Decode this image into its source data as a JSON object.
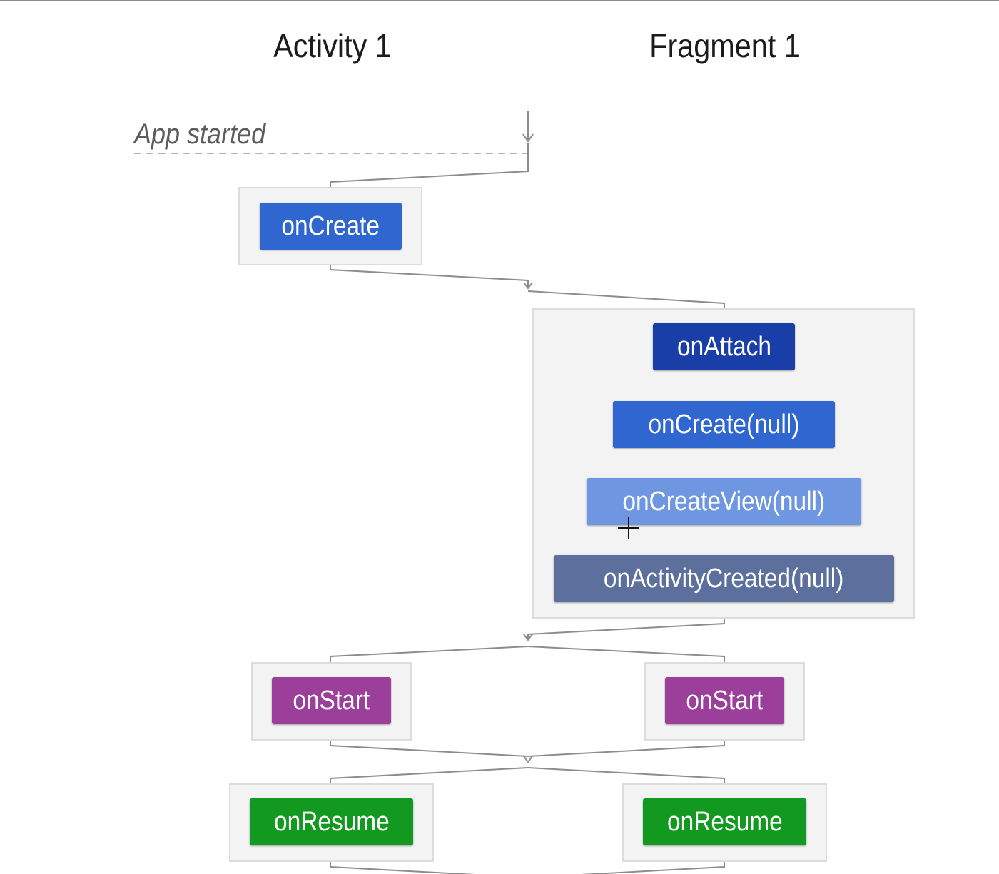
{
  "columns": {
    "activity": "Activity 1",
    "fragment": "Fragment 1"
  },
  "event": {
    "app_started": "App started"
  },
  "activity_steps": {
    "on_create": "onCreate",
    "on_start": "onStart",
    "on_resume": "onResume"
  },
  "fragment_steps": {
    "on_attach": "onAttach",
    "on_create": "onCreate(null)",
    "on_create_view": "onCreateView(null)",
    "on_activity_created": "onActivityCreated(null)",
    "on_start": "onStart",
    "on_resume": "onResume"
  },
  "colors": {
    "on_create": "#2f66d0",
    "on_attach": "#1a3ea8",
    "on_create_view": "#6f96e0",
    "on_activity_created": "#5d709d",
    "on_start": "#9b3f9b",
    "on_resume": "#12991f",
    "group_fill": "#f3f3f3",
    "group_border": "#dcdcdc",
    "wire": "#8c8c8c"
  }
}
